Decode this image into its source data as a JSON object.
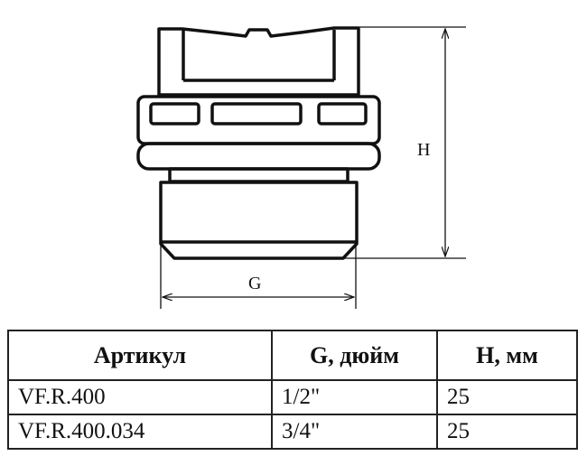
{
  "drawing": {
    "dimension_h_label": "H",
    "dimension_g_label": "G"
  },
  "table": {
    "headers": [
      "Артикул",
      "G, дюйм",
      "H, мм"
    ],
    "rows": [
      [
        "VF.R.400",
        "1/2\"",
        "25"
      ],
      [
        "VF.R.400.034",
        "3/4\"",
        "25"
      ]
    ]
  }
}
